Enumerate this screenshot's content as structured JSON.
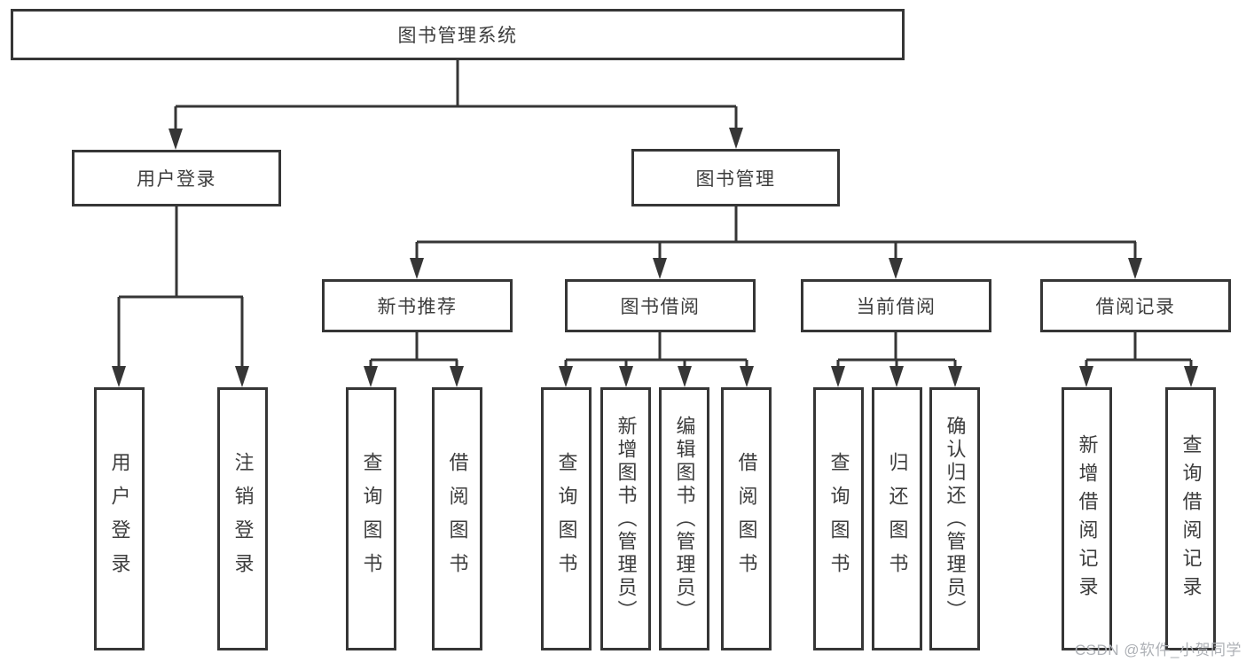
{
  "diagram": {
    "type": "org-chart",
    "root": "图书管理系统",
    "level2": [
      "用户登录",
      "图书管理"
    ],
    "level3": [
      "新书推荐",
      "图书借阅",
      "当前借阅",
      "借阅记录"
    ],
    "children": {
      "user_login": [
        "用户登录",
        "注销登录"
      ],
      "new_books": [
        "查询图书",
        "借阅图书"
      ],
      "book_borrow": [
        "查询图书",
        "新增图书（管理员）",
        "编辑图书（管理员）",
        "借阅图书"
      ],
      "current_borrow": [
        "查询图书",
        "归还图书",
        "确认归还（管理员）"
      ],
      "borrow_records": [
        "新增借阅记录",
        "查询借阅记录"
      ]
    }
  },
  "watermark": "CSDN @软件_小贺同学",
  "colors": {
    "line": "#363636",
    "box_border": "#363636",
    "text": "#3d3d3d",
    "background": "#ffffff",
    "watermark": "#aeb1b6"
  }
}
